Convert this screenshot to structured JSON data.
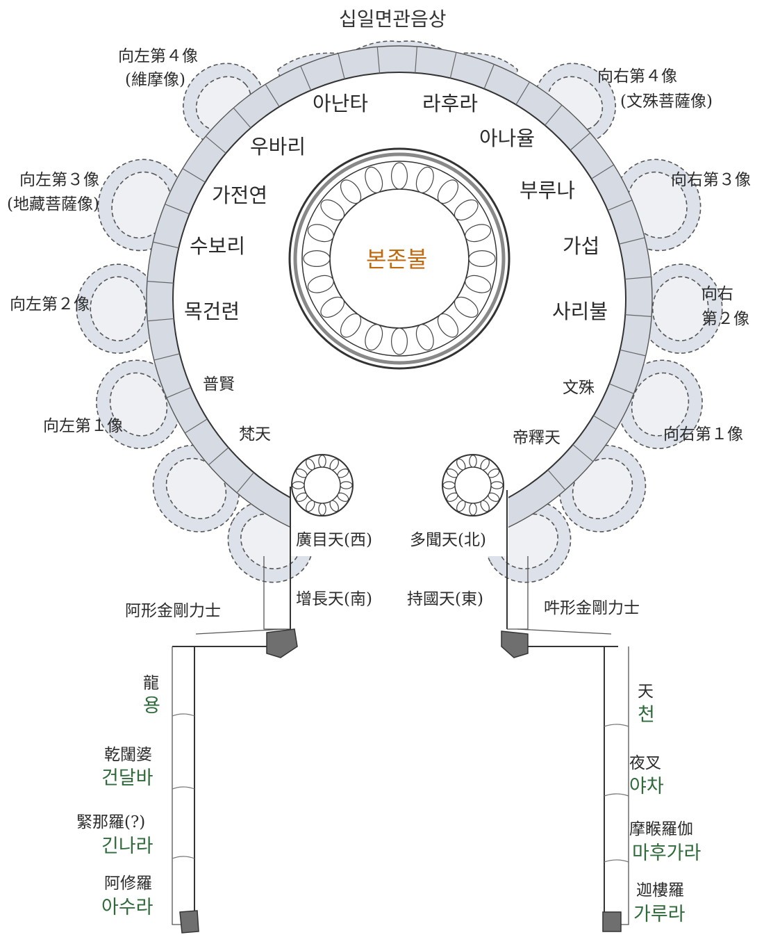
{
  "title": "십일면관음상",
  "center": "본존불",
  "disciples": {
    "ananda": "아난타",
    "rahula": "라후라",
    "upali": "우바리",
    "anuruddha": "아나율",
    "katyayana": "가전연",
    "purna": "부루나",
    "subhuti": "수보리",
    "kasyapa": "가섭",
    "maudgalyayana": "목건련",
    "sariputra": "사리불"
  },
  "bodhisattvas": {
    "samantabhadra": "普賢",
    "manjusri": "文殊",
    "brahma": "梵天",
    "indra": "帝釋天"
  },
  "niche_left": {
    "n4_a": "向左第４像",
    "n4_b": "(維摩像)",
    "n3_a": "向左第３像",
    "n3_b": "(地藏菩薩像)",
    "n2": "向左第２像",
    "n1": "向左第１像"
  },
  "niche_right": {
    "n4_a": "向右第４像",
    "n4_b": "(文殊菩薩像)",
    "n3": "向右第３像",
    "n2_a": "向右",
    "n2_b": "第２像",
    "n1": "向右第１像"
  },
  "kings": {
    "west": "廣目天(西)",
    "north": "多聞天(北)",
    "south": "增長天(南)",
    "east": "持國天(東)"
  },
  "guardians": {
    "left": "阿形金剛力士",
    "right": "吽形金剛力士"
  },
  "eight_left": [
    {
      "han": "龍",
      "kr": "용"
    },
    {
      "han": "乾闥婆",
      "kr": "건달바"
    },
    {
      "han": "緊那羅(?)",
      "kr": "긴나라"
    },
    {
      "han": "阿修羅",
      "kr": "아수라"
    }
  ],
  "eight_right": [
    {
      "han": "天",
      "kr": "천"
    },
    {
      "han": "夜叉",
      "kr": "야차"
    },
    {
      "han": "摩睺羅伽",
      "kr": "마후가라"
    },
    {
      "han": "迦樓羅",
      "kr": "가루라"
    }
  ],
  "colors": {
    "line": "#333333",
    "niche_fill": "#dde1ea",
    "accent_center": "#c06a10",
    "korean_green": "#2f6b3a",
    "base_block": "#6f6f6f"
  }
}
